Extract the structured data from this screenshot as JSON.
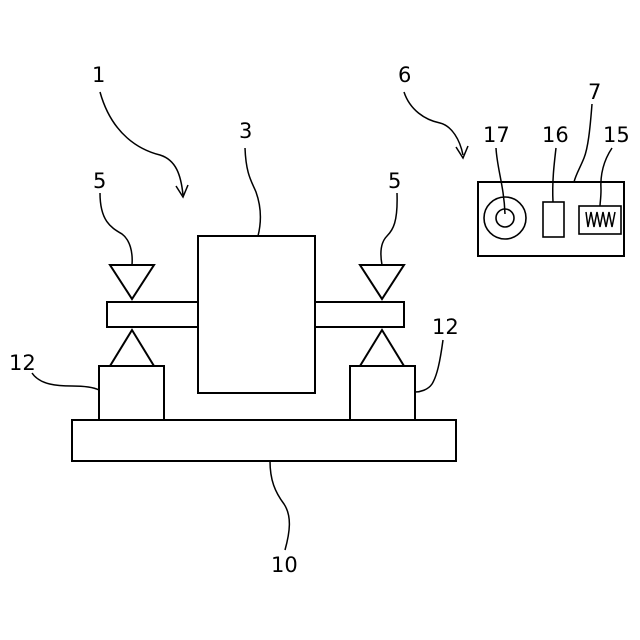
{
  "figure": {
    "labels": {
      "device": "1",
      "rotor": "3",
      "support_left": "5",
      "support_right": "5",
      "unit": "6",
      "housing": "7",
      "waveform_display": "15",
      "indicator": "16",
      "dial": "17",
      "base": "10",
      "pedestal_left": "12",
      "pedestal_right": "12"
    }
  }
}
